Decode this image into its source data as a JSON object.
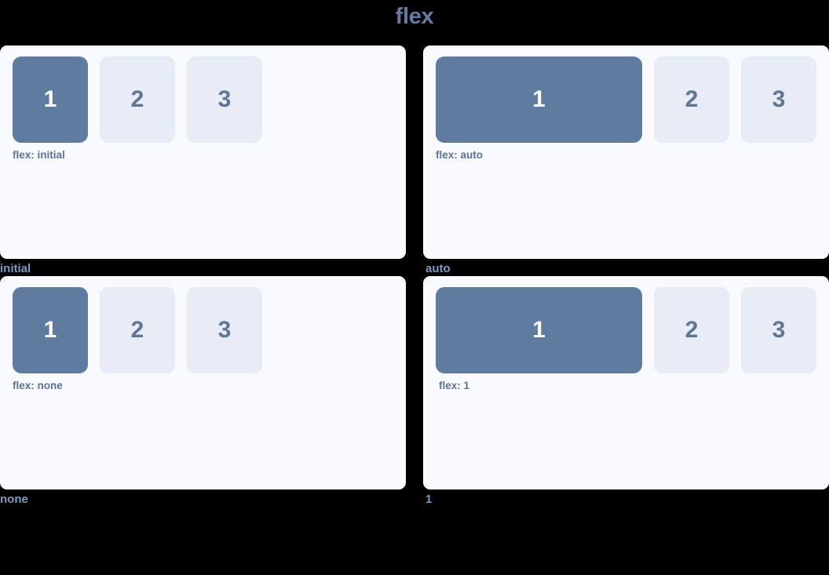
{
  "page": {
    "title": "flex",
    "background_color": "#000000",
    "title_color": "#637ca4"
  },
  "colors": {
    "panel_background": "#f9fafd",
    "primary_box": "#607ba0",
    "primary_box_text": "#ffffff",
    "secondary_box": "#e8ecf7",
    "secondary_box_text": "#5e7597",
    "note_text": "#5b729a",
    "cell_label_text": "#7f99c1"
  },
  "demos": [
    {
      "key": "initial",
      "label": "initial",
      "note": "flex: initial",
      "boxes": [
        {
          "text": "1",
          "variant": "primary"
        },
        {
          "text": "2",
          "variant": "secondary"
        },
        {
          "text": "3",
          "variant": "secondary"
        }
      ]
    },
    {
      "key": "auto",
      "label": "auto",
      "note": "flex: auto",
      "boxes": [
        {
          "text": "1",
          "variant": "primary"
        },
        {
          "text": "2",
          "variant": "secondary"
        },
        {
          "text": "3",
          "variant": "secondary"
        }
      ]
    },
    {
      "key": "none",
      "label": "none",
      "note": "flex: none",
      "boxes": [
        {
          "text": "1",
          "variant": "primary"
        },
        {
          "text": "2",
          "variant": "secondary"
        },
        {
          "text": "3",
          "variant": "secondary"
        }
      ]
    },
    {
      "key": "1",
      "label": "1",
      "note": "flex: 1",
      "boxes": [
        {
          "text": "1",
          "variant": "primary"
        },
        {
          "text": "2",
          "variant": "secondary"
        },
        {
          "text": "3",
          "variant": "secondary"
        }
      ]
    }
  ]
}
